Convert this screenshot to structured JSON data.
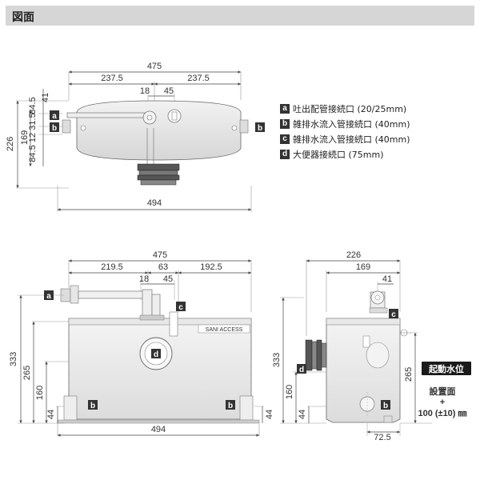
{
  "header": {
    "title": "図面"
  },
  "legend": [
    {
      "letter": "a",
      "text": "吐出配管接続口 (20/25mm)"
    },
    {
      "letter": "b",
      "text": "雑排水流入管接続口 (40mm)"
    },
    {
      "letter": "c",
      "text": "雑排水流入管接続口 (40mm)"
    },
    {
      "letter": "d",
      "text": "大便器接続口 (75mm)"
    }
  ],
  "top_view": {
    "width_total": "475",
    "half_left": "237.5",
    "half_right": "237.5",
    "dim_18": "18",
    "dim_45": "45",
    "dim_41": "41",
    "dim_84_5_top": "84.5",
    "dim_31_5": "31.5",
    "dim_12": "12",
    "dim_84_5_bottom": "84.5",
    "dim_169": "169",
    "dim_226": "226",
    "width_bottom": "494",
    "port_a": "a",
    "port_b_left": "b",
    "port_b_right": "b"
  },
  "front_view": {
    "width_total": "475",
    "dim_219_5": "219.5",
    "dim_63": "63",
    "dim_192_5": "192.5",
    "dim_18": "18",
    "dim_45": "45",
    "dim_333": "333",
    "dim_265": "265",
    "dim_160": "160",
    "dim_44_left": "44",
    "dim_44_right": "44",
    "width_bottom": "494",
    "brand": "SANI ACCESS",
    "port_a": "a",
    "port_c": "c",
    "port_d": "d",
    "port_b_left": "b",
    "port_b_right": "b"
  },
  "side_view": {
    "width_total": "226",
    "dim_169": "169",
    "dim_41": "41",
    "dim_333": "333",
    "dim_265": "265",
    "dim_160": "160",
    "dim_44": "44",
    "dim_72_5": "72.5",
    "start_level_label": "起動水位",
    "floor_label": "設置面",
    "plus_sign": "+",
    "floor_height": "100 (±10) ㎜",
    "port_c": "c",
    "port_d": "d",
    "port_b": "b"
  }
}
